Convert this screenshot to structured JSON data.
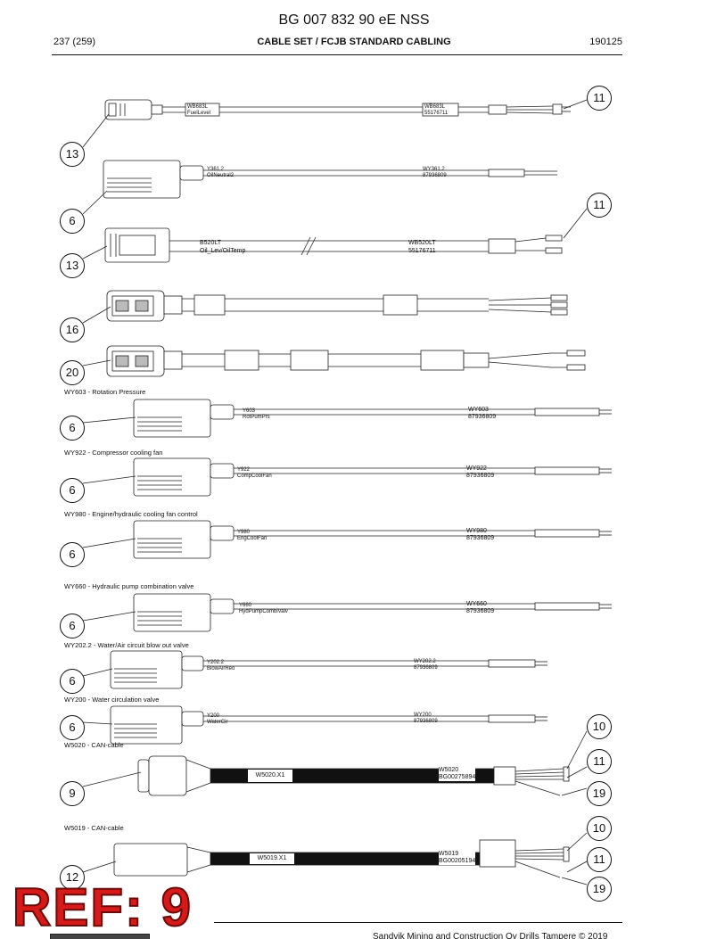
{
  "header": {
    "doc_title": "BG 007 832 90 eE NSS",
    "page": "237 (259)",
    "section": "CABLE SET / FCJB STANDARD CABLING",
    "date": "190125"
  },
  "sections": {
    "wy603": "WY603 - Rotation Pressure",
    "wy922": "WY922 - Compressor cooling fan",
    "wy980": "WY980 - Engine/hydraulic cooling fan control",
    "wy660": "WY660 - Hydraulic pump combination valve",
    "wy2022": "WY202.2 - Water/Air circuit blow out valve",
    "wy200": "WY200 - Water circulation valve",
    "w5020": "W5020 - CAN-cable",
    "w5019": "W5019 - CAN-cable"
  },
  "labels": {
    "c1a_1": "WB683L",
    "c1a_2": "FuelLevel",
    "c1b_1": "WB683L",
    "c1b_2": "55176711",
    "c2a_1": "Y361.2",
    "c2a_2": "OilNeutral2",
    "c2b_1": "WY361.2",
    "c2b_2": "87936809",
    "c3a_1": "B520LT",
    "c3a_2": "Oil_Lev/OilTemp",
    "c3b_1": "WB520LT",
    "c3b_2": "55176711",
    "c6a_1": "Y603",
    "c6a_2": "RotPumPrs",
    "c6b_1": "WY603",
    "c6b_2": "87936809",
    "c7a_1": "Y922",
    "c7a_2": "CompCoolFan",
    "c7b_1": "WY922",
    "c7b_2": "87936809",
    "c8a_1": "Y980",
    "c8a_2": "EngCoolFan",
    "c8b_1": "WY980",
    "c8b_2": "87936809",
    "c9a_1": "Y660",
    "c9a_2": "HydPumpCombiValv",
    "c9b_1": "WY660",
    "c9b_2": "87936809",
    "c10a_1": "Y202.2",
    "c10a_2": "BlowAirReo",
    "c10b_1": "WY202.2",
    "c10b_2": "87936809",
    "c11a_1": "Y200",
    "c11a_2": "WaterCir",
    "c11b_1": "WY200",
    "c11b_2": "87936809",
    "c12_x1": "W5020.X1",
    "c12b_1": "W5020",
    "c12b_2": "BG00275894",
    "c13_x1": "W5019.X1",
    "c13b_1": "W5019",
    "c13b_2": "BG00205194"
  },
  "callouts": {
    "n11a": "11",
    "n13a": "13",
    "n6a": "6",
    "n11b": "11",
    "n13b": "13",
    "n16": "16",
    "n20": "20",
    "n6b": "6",
    "n6c": "6",
    "n6d": "6",
    "n6e": "6",
    "n6f": "6",
    "n6g": "6",
    "n10a": "10",
    "n11c": "11",
    "n9": "9",
    "n19a": "19",
    "n10b": "10",
    "n11d": "11",
    "n12": "12",
    "n19b": "19"
  },
  "stamp": "REF: 9",
  "footer": "Sandvik Mining and Construction Oy Drills Tampere © 2019"
}
